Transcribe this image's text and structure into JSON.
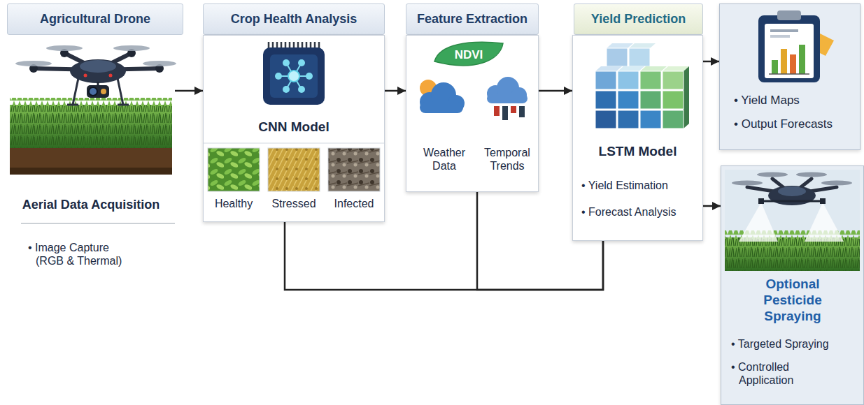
{
  "diagram": {
    "nodes": [
      {
        "text": [
          "Agricultural Drone"
        ]
      },
      {
        "text": [
          "Aerial Data Acquisition",
          "• Image Capture (RGB & Thermal)"
        ]
      },
      {
        "text": [
          "Crop Health Analysis"
        ]
      },
      {
        "text": [
          "CNN Model"
        ]
      },
      {
        "text": [
          "Healthy"
        ],
        "in": 3
      },
      {
        "text": [
          "Stressed"
        ],
        "in": 3
      },
      {
        "text": [
          "Infected"
        ],
        "in": 3
      },
      {
        "text": [
          "Feature Extraction"
        ]
      },
      {
        "text": [
          "Weather Data",
          "Temporal Trends"
        ]
      },
      {
        "text": [
          "NDVI"
        ],
        "in": 8
      },
      {
        "text": [
          "Yield Prediction"
        ]
      },
      {
        "text": [
          "LSTM Model",
          "• Yield Estimation",
          "• Forecast Analysis"
        ]
      },
      {
        "text": [
          "• Yield Maps",
          "• Output Forecasts"
        ]
      },
      {
        "text": [
          "Optional Pesticide Spraying",
          "• Targeted Spraying",
          "• Controlled Application"
        ]
      }
    ],
    "edges": [
      {
        "from": 1,
        "to": 3,
        "arrow": "to"
      },
      {
        "from": 3,
        "to": 8,
        "arrow": "to"
      },
      {
        "from": 8,
        "to": 11,
        "arrow": "to"
      },
      {
        "from": 11,
        "to": 12,
        "arrow": "to"
      },
      {
        "from": 11,
        "to": 13,
        "arrow": "to"
      },
      {
        "from": 3,
        "to": 11,
        "arrow": "none"
      },
      {
        "from": 8,
        "to": 11,
        "arrow": "none"
      }
    ]
  }
}
